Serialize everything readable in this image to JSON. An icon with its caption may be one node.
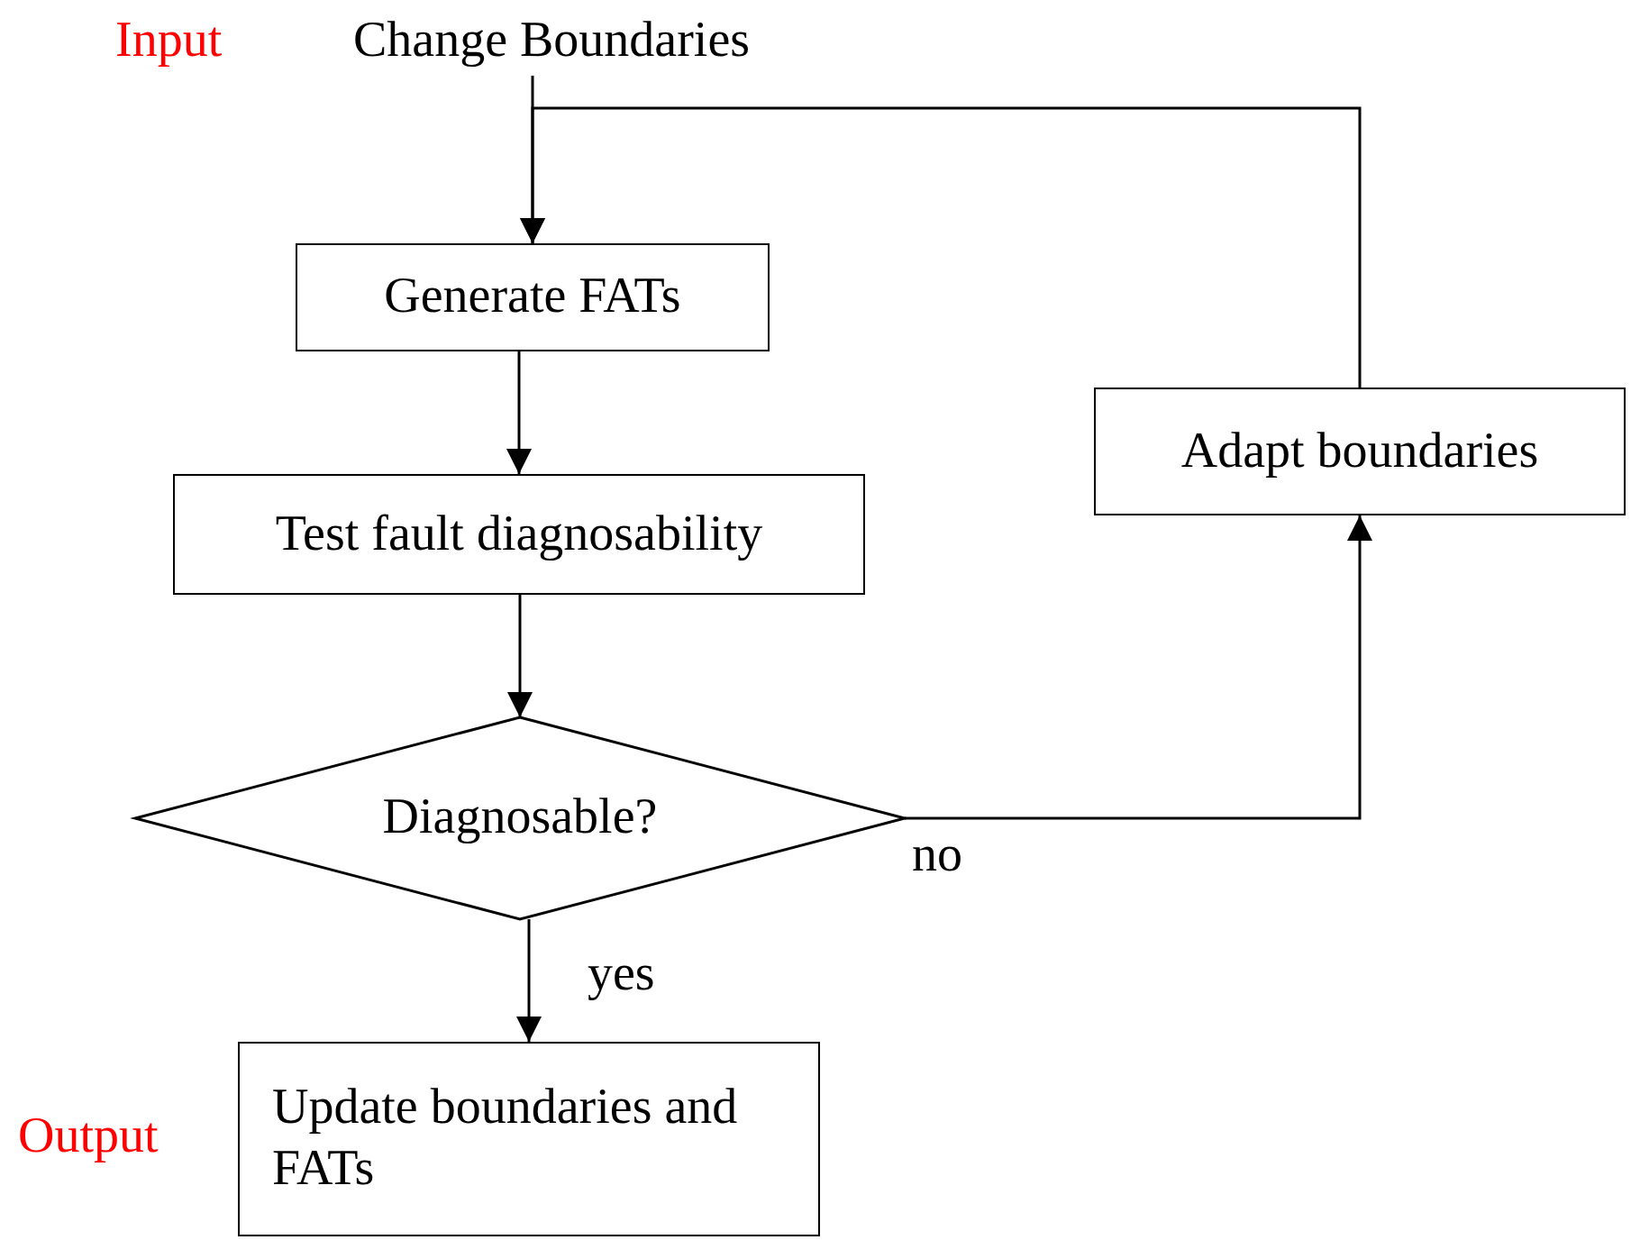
{
  "diagram": {
    "nodes": [
      {
        "text": [
          "Change Boundaries"
        ],
        "beside": [
          "Input"
        ]
      },
      {
        "text": [
          "Generate FATs"
        ]
      },
      {
        "text": [
          "Test fault diagnosability"
        ]
      },
      {
        "text": [
          "Diagnosable?"
        ]
      },
      {
        "text": [
          "Adapt boundaries"
        ]
      },
      {
        "text": [
          "Update boundaries and FATs"
        ],
        "beside": [
          "Output"
        ]
      }
    ],
    "edges": [
      {
        "from": 0,
        "to": 1,
        "arrow": "to"
      },
      {
        "from": 1,
        "to": 2,
        "arrow": "to"
      },
      {
        "from": 2,
        "to": 3,
        "arrow": "to"
      },
      {
        "from": 3,
        "to": 5,
        "arrow": "to",
        "label": "yes"
      },
      {
        "from": 3,
        "to": 4,
        "arrow": "to",
        "label": "no"
      },
      {
        "from": 4,
        "to": 1,
        "arrow": "to"
      }
    ]
  }
}
